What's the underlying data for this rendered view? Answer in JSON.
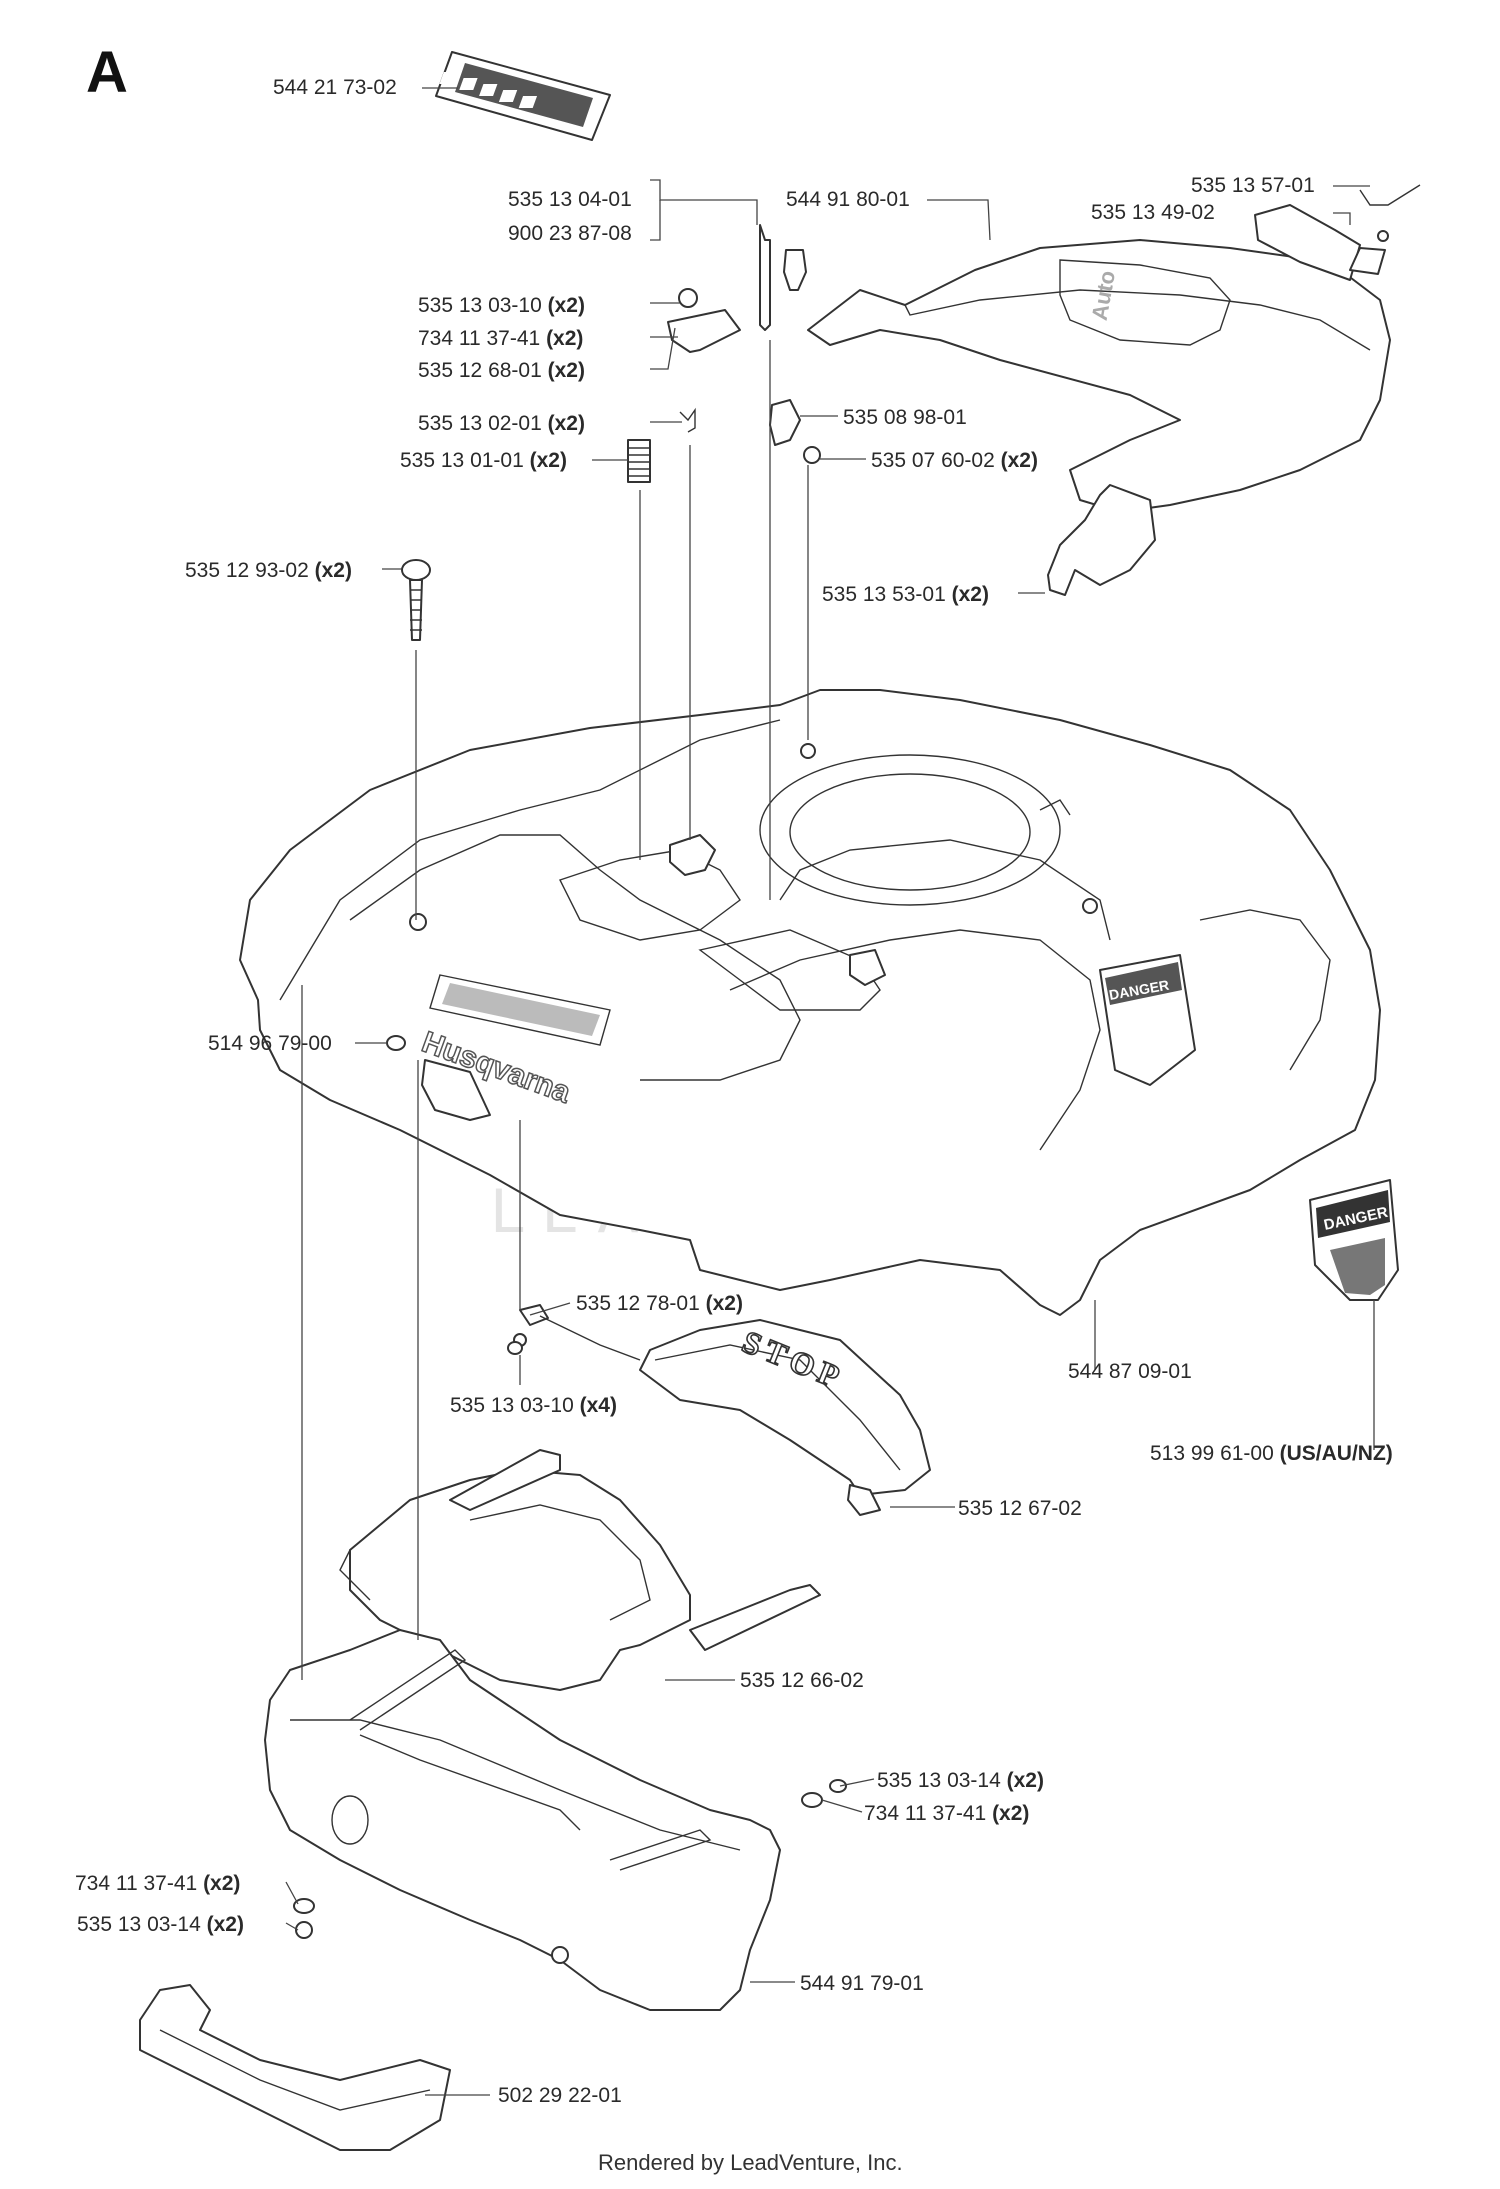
{
  "section_letter": "A",
  "watermark": "LEADVENTURE",
  "footer": "Rendered by LeadVenture, Inc.",
  "cover_text": {
    "brand": "Husqvarna",
    "stop": "STOP",
    "danger": "DANGER"
  },
  "callouts": [
    {
      "id": "c01",
      "part": "544 21 73-02",
      "qty": ""
    },
    {
      "id": "c02",
      "part": "535 13 04-01",
      "qty": ""
    },
    {
      "id": "c03",
      "part": "900 23 87-08",
      "qty": ""
    },
    {
      "id": "c04",
      "part": "544 91 80-01",
      "qty": ""
    },
    {
      "id": "c05",
      "part": "535 13 57-01",
      "qty": ""
    },
    {
      "id": "c06",
      "part": "535 13 49-02",
      "qty": ""
    },
    {
      "id": "c07",
      "part": "535 13 03-10",
      "qty": "(x2)"
    },
    {
      "id": "c08",
      "part": "734 11 37-41",
      "qty": "(x2)"
    },
    {
      "id": "c09",
      "part": "535 12 68-01",
      "qty": "(x2)"
    },
    {
      "id": "c10",
      "part": "535 13 02-01",
      "qty": "(x2)"
    },
    {
      "id": "c11",
      "part": "535 08 98-01",
      "qty": ""
    },
    {
      "id": "c12",
      "part": "535 13 01-01",
      "qty": "(x2)"
    },
    {
      "id": "c13",
      "part": "535 07 60-02",
      "qty": "(x2)"
    },
    {
      "id": "c14",
      "part": "535 12 93-02",
      "qty": "(x2)"
    },
    {
      "id": "c15",
      "part": "535 13 53-01",
      "qty": "(x2)"
    },
    {
      "id": "c16",
      "part": "514 96 79-00",
      "qty": ""
    },
    {
      "id": "c17",
      "part": "535 12 78-01",
      "qty": "(x2)"
    },
    {
      "id": "c18",
      "part": "544 87 09-01",
      "qty": ""
    },
    {
      "id": "c19",
      "part": "535 13 03-10",
      "qty": "(x4)"
    },
    {
      "id": "c20",
      "part": "513 99 61-00",
      "qty": "(US/AU/NZ)"
    },
    {
      "id": "c21",
      "part": "535 12 67-02",
      "qty": ""
    },
    {
      "id": "c22",
      "part": "535 12 66-02",
      "qty": ""
    },
    {
      "id": "c23",
      "part": "535 13 03-14",
      "qty": "(x2)"
    },
    {
      "id": "c24",
      "part": "734 11 37-41",
      "qty": "(x2)"
    },
    {
      "id": "c25",
      "part": "734 11 37-41",
      "qty": "(x2)"
    },
    {
      "id": "c26",
      "part": "535 13 03-14",
      "qty": "(x2)"
    },
    {
      "id": "c27",
      "part": "544 91 79-01",
      "qty": ""
    },
    {
      "id": "c28",
      "part": "502 29 22-01",
      "qty": ""
    }
  ]
}
